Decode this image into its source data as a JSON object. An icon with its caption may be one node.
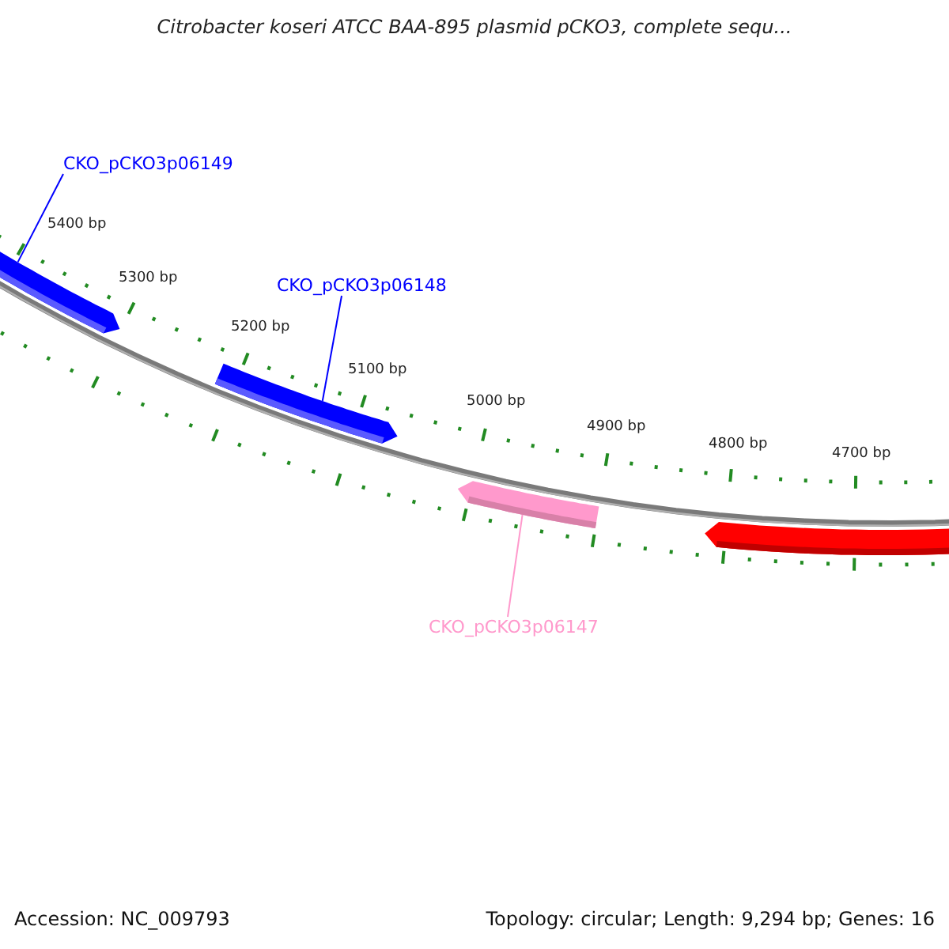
{
  "diagram": {
    "title": "Citrobacter koseri ATCC BAA-895 plasmid pCKO3, complete sequ...",
    "nodes": [
      {
        "text": [
          "CKO_pCKO3p06149"
        ]
      },
      {
        "text": [],
        "shape": "arrow"
      },
      {
        "text": [
          "CKO_pCKO3p06148"
        ]
      },
      {
        "text": [],
        "shape": "arrow"
      },
      {
        "text": [],
        "shape": "arrow"
      },
      {
        "text": [
          "CKO_pCKO3p06147"
        ]
      },
      {
        "text": [],
        "shape": "arrow"
      }
    ],
    "edges": [
      {
        "from": 0,
        "to": 1,
        "arrow": "none"
      },
      {
        "from": 2,
        "to": 3,
        "arrow": "none"
      },
      {
        "from": 5,
        "to": 4,
        "arrow": "none",
        "color": "#ff99cc"
      }
    ],
    "labels": [
      "5400 bp",
      "5300 bp",
      "5200 bp",
      "5100 bp",
      "5000 bp",
      "4900 bp",
      "4800 bp",
      "4700 bp",
      "Accession: NC_009793",
      "Topology: circular; Length: 9,294 bp; Genes: 16"
    ]
  }
}
